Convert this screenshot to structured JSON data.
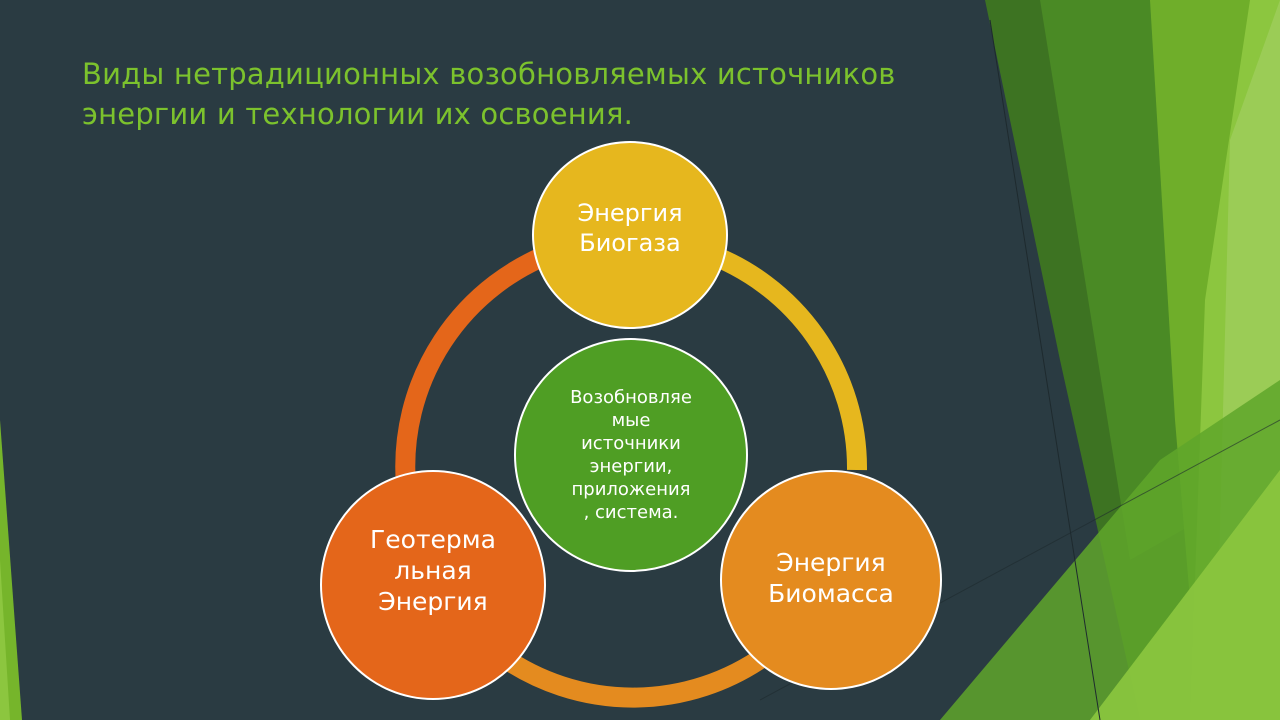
{
  "slide": {
    "title": "Виды нетрадиционных возобновляемых источников\nэнергии и технологии их освоения."
  },
  "diagram": {
    "center": "Возобновляе\nмые\nисточники\nэнергии,\nприложения\n, система.",
    "nodes": {
      "top": "Энергия\nБиогаза",
      "right": "Энергия\nБиомасса",
      "left": "Геотерма\nльная\nЭнергия"
    }
  },
  "colors": {
    "background": "#2a3b42",
    "title": "#7cc22d",
    "top_node": "#e6b71e",
    "right_node": "#e48b1f",
    "left_node": "#e4661a",
    "center_node": "#4f9e24",
    "deco_green_dark": "#3d7322",
    "deco_green_mid": "#56a22a",
    "deco_green_light": "#8cc63f"
  }
}
